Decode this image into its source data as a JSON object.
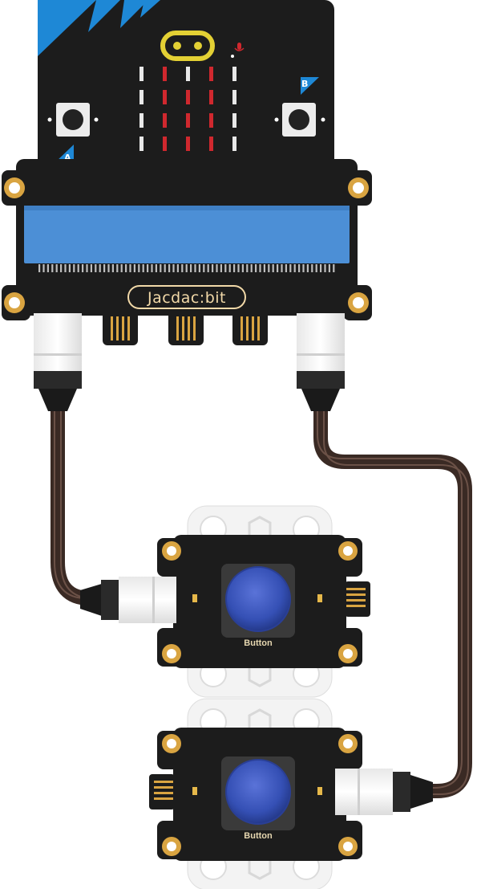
{
  "microbit": {
    "button_a_label": "A",
    "button_b_label": "B",
    "mic_label": "mic",
    "adapter_brand": "Jacdac:bit"
  },
  "modules": [
    {
      "label": "Button"
    },
    {
      "label": "Button"
    }
  ],
  "colors": {
    "board": "#1c1c1c",
    "accent_blue": "#1e88d6",
    "edge_blue": "#4c8fd6",
    "led_red": "#d0282e",
    "ring_gold": "#d8c245",
    "pad_gold": "#d9a441",
    "cable": "#3a2a24",
    "button_cap": "#3550b5"
  }
}
